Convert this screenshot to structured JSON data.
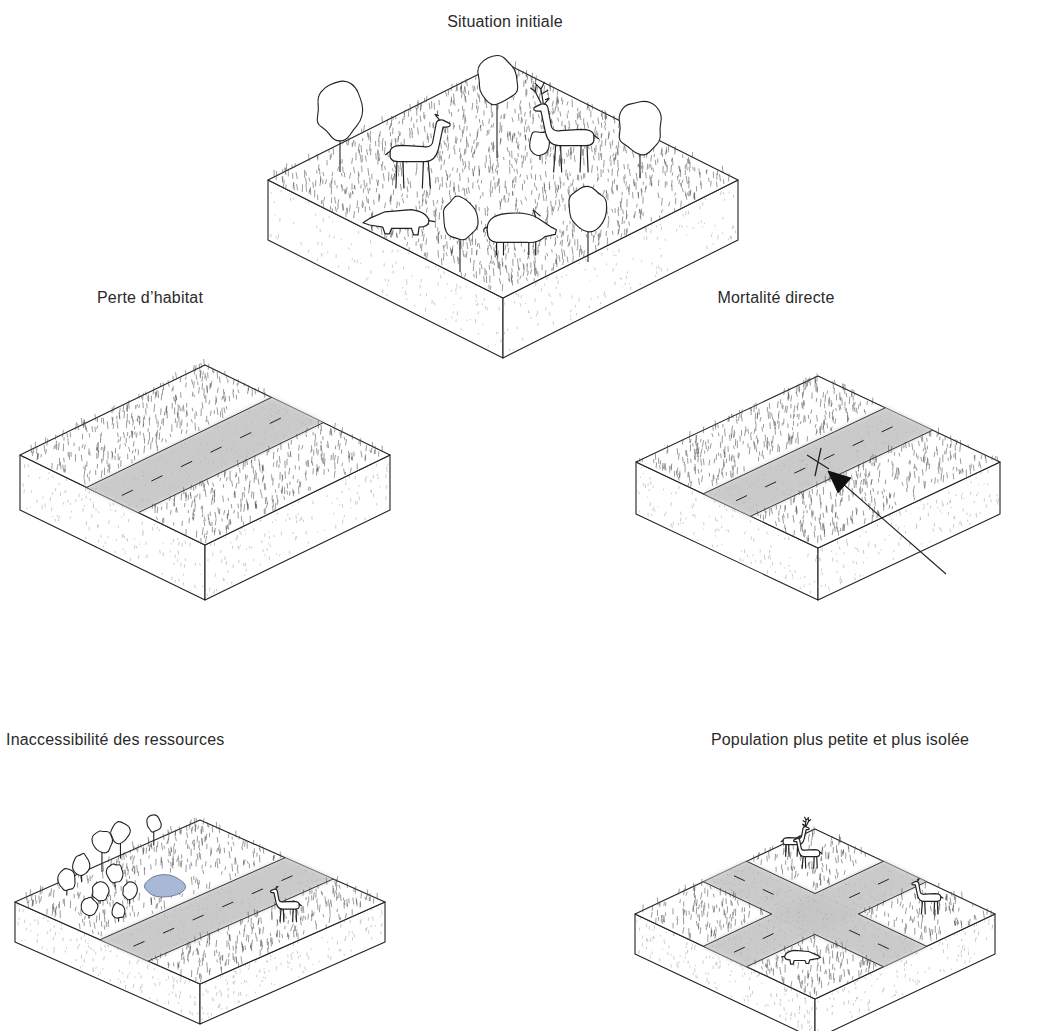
{
  "diagram": {
    "labels": [
      "Situation initiale",
      "Perte d’habitat",
      "Mortalité directe",
      "Inaccessibilité des ressources",
      "Population plus petite et plus isolée"
    ]
  }
}
